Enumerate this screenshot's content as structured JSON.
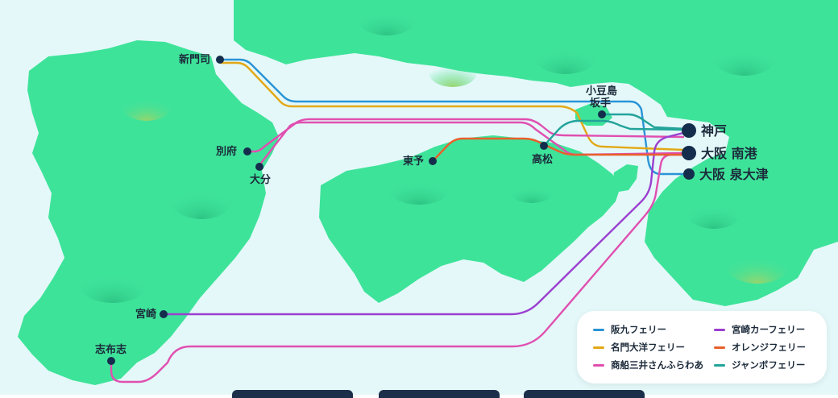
{
  "colors": {
    "sea": "#e4f8f9",
    "land": "#3ee39a",
    "hill_dark": "#2cc383",
    "hill_light": "#8ad96f",
    "port_dot": "#152d4c",
    "label": "#1b2a3a"
  },
  "ports": {
    "shinmoji": "新門司",
    "beppu": "別府",
    "oita": "大分",
    "miyazaki": "宮崎",
    "shibushi": "志布志",
    "toyo": "東予",
    "takamatsu": "高松",
    "shodoshima": "小豆島",
    "sakate": "坂手",
    "kobe": "神戸",
    "osaka_nanko": "大阪 南港",
    "osaka_izumiotsu": "大阪 泉大津"
  },
  "routes": [
    {
      "name": "阪九フェリー",
      "color": "#2a93d6",
      "from": "新門司",
      "to": "大阪 泉大津"
    },
    {
      "name": "名門大洋フェリー",
      "color": "#e3a817",
      "from": "新門司",
      "to": "大阪 南港"
    },
    {
      "name": "商船三井さんふらわあ",
      "color": "#e04fb0",
      "from": "別府 / 大分 / 志布志",
      "to": "神戸 / 大阪 南港"
    },
    {
      "name": "宮崎カーフェリー",
      "color": "#9b3fcf",
      "from": "宮崎",
      "to": "神戸"
    },
    {
      "name": "オレンジフェリー",
      "color": "#e8602c",
      "from": "東予",
      "to": "大阪 南港"
    },
    {
      "name": "ジャンボフェリー",
      "color": "#22a39a",
      "from": "高松 / 小豆島 坂手",
      "to": "神戸"
    }
  ],
  "legend": {
    "left": [
      {
        "label": "阪九フェリー",
        "color": "#2a93d6"
      },
      {
        "label": "名門大洋フェリー",
        "color": "#e3a817"
      },
      {
        "label": "商船三井さんふらわあ",
        "color": "#e04fb0"
      }
    ],
    "right": [
      {
        "label": "宮崎カーフェリー",
        "color": "#9b3fcf"
      },
      {
        "label": "オレンジフェリー",
        "color": "#e8602c"
      },
      {
        "label": "ジャンボフェリー",
        "color": "#22a39a"
      }
    ]
  }
}
